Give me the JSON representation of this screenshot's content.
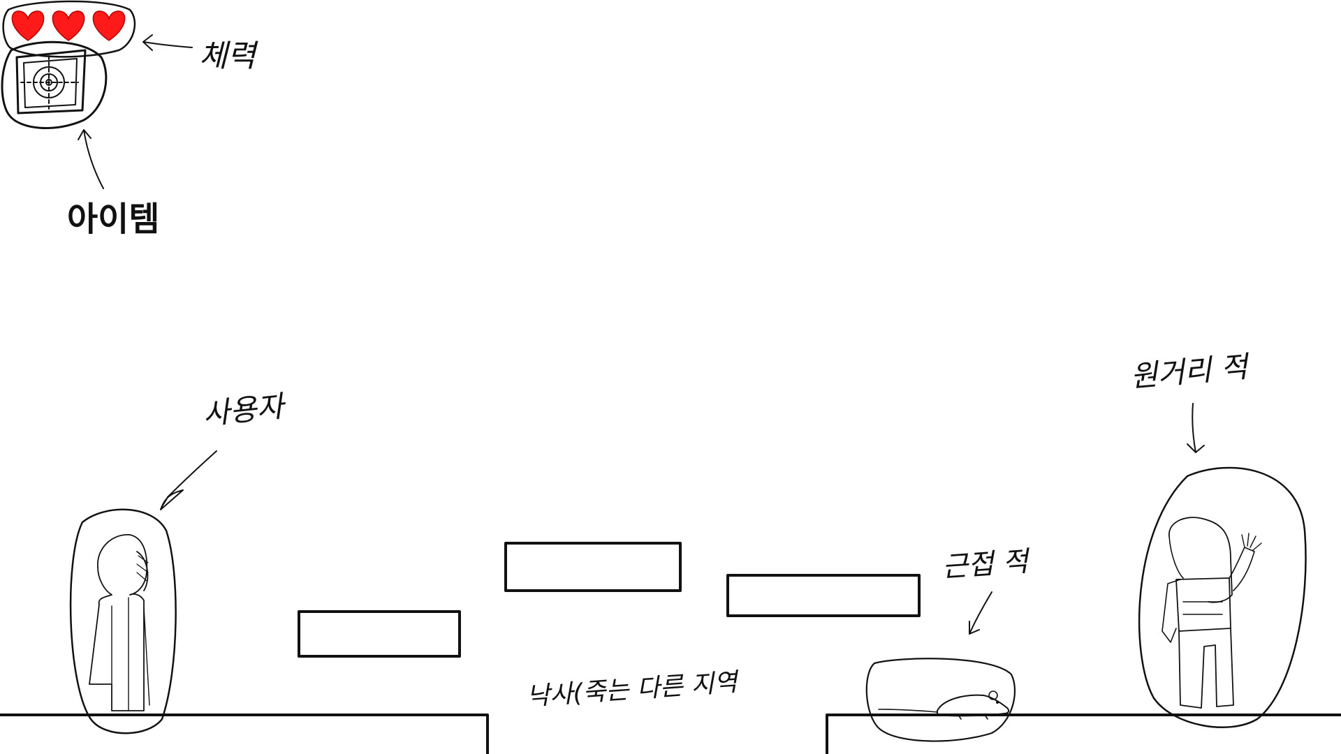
{
  "hud": {
    "health": {
      "current": 3,
      "max": 3,
      "heart_color": "#ff1a1a",
      "label": "체력"
    },
    "item": {
      "icon": "crosshair-target-icon",
      "label": "아이템"
    }
  },
  "labels": {
    "player": "사용자",
    "ranged_enemy": "원거리 적",
    "melee_enemy": "근접 적",
    "pit": "낙사(죽는 다른 지역"
  },
  "colors": {
    "line": "#111111",
    "background": "#ffffff"
  }
}
